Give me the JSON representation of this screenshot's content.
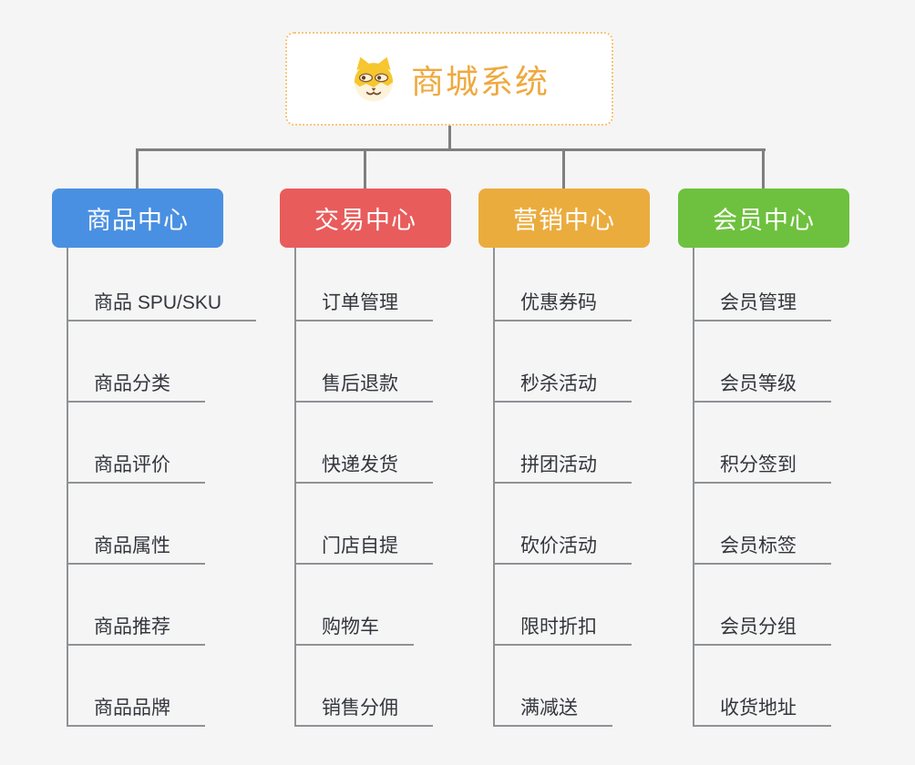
{
  "root": {
    "title": "商城系统",
    "icon": "doge-icon"
  },
  "branches": [
    {
      "label": "商品中心",
      "color": "#4a90e2",
      "children": [
        "商品 SPU/SKU",
        "商品分类",
        "商品评价",
        "商品属性",
        "商品推荐",
        "商品品牌"
      ]
    },
    {
      "label": "交易中心",
      "color": "#e85c5c",
      "children": [
        "订单管理",
        "售后退款",
        "快递发货",
        "门店自提",
        "购物车",
        "销售分佣"
      ]
    },
    {
      "label": "营销中心",
      "color": "#ebac3e",
      "children": [
        "优惠券码",
        "秒杀活动",
        "拼团活动",
        "砍价活动",
        "限时折扣",
        "满减送"
      ]
    },
    {
      "label": "会员中心",
      "color": "#6ec13e",
      "children": [
        "会员管理",
        "会员等级",
        "积分签到",
        "会员标签",
        "会员分组",
        "收货地址"
      ]
    }
  ],
  "colors": {
    "background": "#f5f5f5",
    "connector": "#7f7f7f",
    "root_border": "#f6c477",
    "root_text": "#efa93f",
    "child_text": "#33363c",
    "child_underline": "#8f9296"
  }
}
